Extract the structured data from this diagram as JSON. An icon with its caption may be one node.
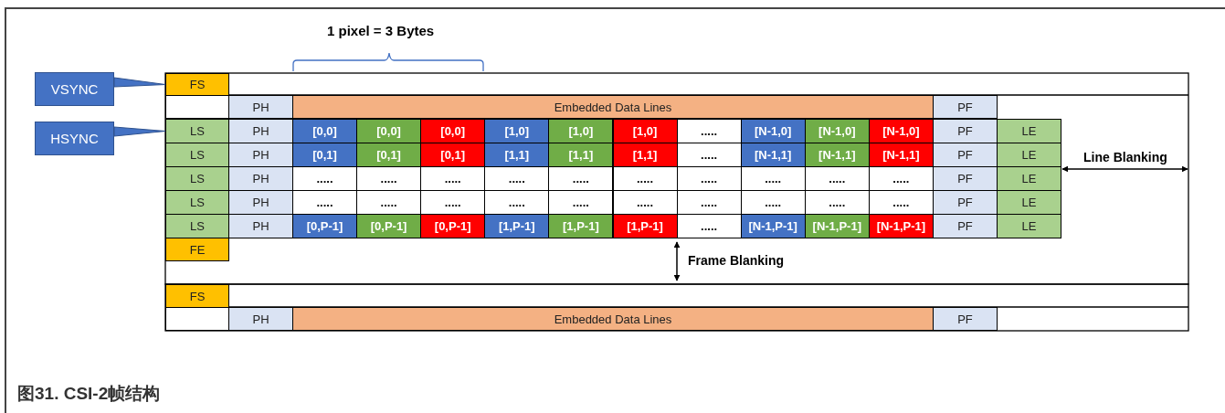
{
  "diagram": {
    "caption": "图31. CSI-2帧结构",
    "nodes": [
      {
        "text": [
          "VSYNC"
        ]
      },
      {
        "text": [
          "HSYNC"
        ]
      },
      {
        "text": [
          "FS"
        ]
      },
      {
        "text": [],
        "shape": "box"
      },
      {
        "text": [
          "PH"
        ]
      },
      {
        "text": [
          "Embedded Data Lines"
        ]
      },
      {
        "text": [
          "PF"
        ]
      },
      {
        "text": [
          "LS"
        ]
      },
      {
        "text": [
          "PH"
        ]
      },
      {
        "text": [
          "[0,0]"
        ]
      },
      {
        "text": [
          "[0,0]"
        ]
      },
      {
        "text": [
          "[0,0]"
        ]
      },
      {
        "text": [
          "[1,0]"
        ]
      },
      {
        "text": [
          "[1,0]"
        ]
      },
      {
        "text": [
          "[1,0]"
        ]
      },
      {
        "text": [
          "....."
        ]
      },
      {
        "text": [
          "[N-1,0]"
        ]
      },
      {
        "text": [
          "[N-1,0]"
        ]
      },
      {
        "text": [
          "[N-1,0]"
        ]
      },
      {
        "text": [
          "PF"
        ]
      },
      {
        "text": [
          "LE"
        ]
      },
      {
        "text": [
          "LS"
        ]
      },
      {
        "text": [
          "PH"
        ]
      },
      {
        "text": [
          "[0,1]"
        ]
      },
      {
        "text": [
          "[0,1]"
        ]
      },
      {
        "text": [
          "[0,1]"
        ]
      },
      {
        "text": [
          "[1,1]"
        ]
      },
      {
        "text": [
          "[1,1]"
        ]
      },
      {
        "text": [
          "[1,1]"
        ]
      },
      {
        "text": [
          "....."
        ]
      },
      {
        "text": [
          "[N-1,1]"
        ]
      },
      {
        "text": [
          "[N-1,1]"
        ]
      },
      {
        "text": [
          "[N-1,1]"
        ]
      },
      {
        "text": [
          "PF"
        ]
      },
      {
        "text": [
          "LE"
        ]
      },
      {
        "text": [
          "LS"
        ]
      },
      {
        "text": [
          "PH"
        ]
      },
      {
        "text": [
          "....."
        ]
      },
      {
        "text": [
          "....."
        ]
      },
      {
        "text": [
          "....."
        ]
      },
      {
        "text": [
          "....."
        ]
      },
      {
        "text": [
          "....."
        ]
      },
      {
        "text": [
          "....."
        ]
      },
      {
        "text": [
          "....."
        ]
      },
      {
        "text": [
          "....."
        ]
      },
      {
        "text": [
          "....."
        ]
      },
      {
        "text": [
          "....."
        ]
      },
      {
        "text": [
          "PF"
        ]
      },
      {
        "text": [
          "LE"
        ]
      },
      {
        "text": [
          "LS"
        ]
      },
      {
        "text": [
          "PH"
        ]
      },
      {
        "text": [
          "....."
        ]
      },
      {
        "text": [
          "....."
        ]
      },
      {
        "text": [
          "....."
        ]
      },
      {
        "text": [
          "....."
        ]
      },
      {
        "text": [
          "....."
        ]
      },
      {
        "text": [
          "....."
        ]
      },
      {
        "text": [
          "....."
        ]
      },
      {
        "text": [
          "....."
        ]
      },
      {
        "text": [
          "....."
        ]
      },
      {
        "text": [
          "....."
        ]
      },
      {
        "text": [
          "PF"
        ]
      },
      {
        "text": [
          "LE"
        ]
      },
      {
        "text": [
          "LS"
        ]
      },
      {
        "text": [
          "PH"
        ]
      },
      {
        "text": [
          "[0,P-1]"
        ]
      },
      {
        "text": [
          "[0,P-1]"
        ]
      },
      {
        "text": [
          "[0,P-1]"
        ]
      },
      {
        "text": [
          "[1,P-1]"
        ]
      },
      {
        "text": [
          "[1,P-1]"
        ]
      },
      {
        "text": [
          "[1,P-1]"
        ]
      },
      {
        "text": [
          "....."
        ]
      },
      {
        "text": [
          "[N-1,P-1]"
        ]
      },
      {
        "text": [
          "[N-1,P-1]"
        ]
      },
      {
        "text": [
          "[N-1,P-1]"
        ]
      },
      {
        "text": [
          "PF"
        ]
      },
      {
        "text": [
          "LE"
        ]
      },
      {
        "text": [
          "FE"
        ]
      },
      {
        "text": [
          "FS"
        ]
      },
      {
        "text": [],
        "shape": "box"
      },
      {
        "text": [
          "PH"
        ]
      },
      {
        "text": [
          "Embedded Data Lines"
        ]
      },
      {
        "text": [
          "PF"
        ]
      }
    ],
    "edges": [
      {
        "from": 0,
        "to": 2,
        "arrow": "none"
      },
      {
        "from": 1,
        "to": 7,
        "arrow": "none"
      }
    ],
    "labels": [
      "1 pixel = 3 Bytes",
      "Line Blanking",
      "Frame Blanking"
    ]
  }
}
